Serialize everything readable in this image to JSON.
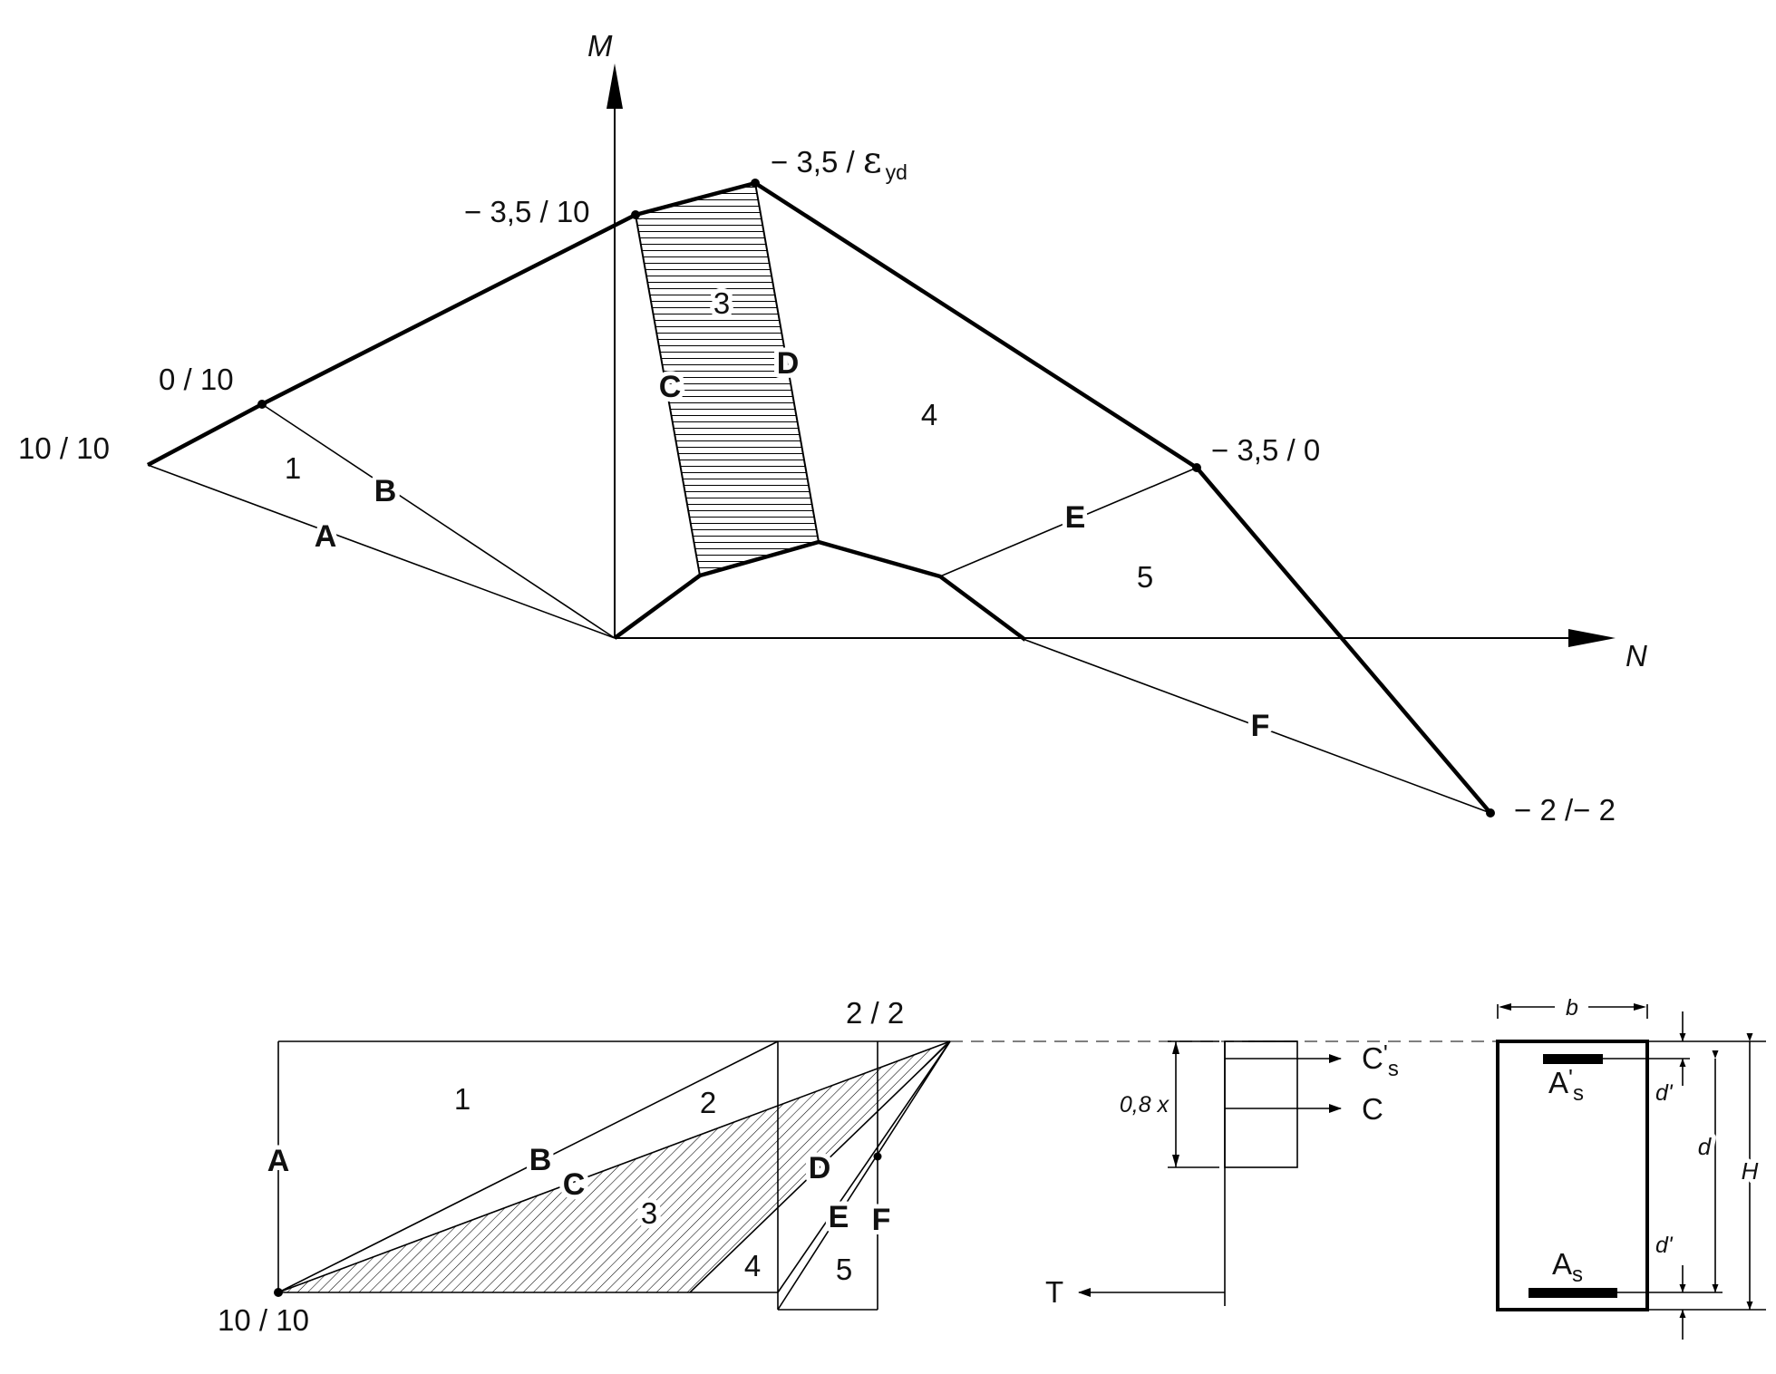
{
  "top": {
    "axis_m": "M",
    "axis_n": "N",
    "points": {
      "p10_10": "10 / 10",
      "p0_10": "0 / 10",
      "p35_10": "− 3,5 / 10",
      "p35_eyd_prefix": "− 3,5 / ",
      "p35_eyd_eps": "ε",
      "p35_eyd_sub": "yd",
      "p35_0": "− 3,5 / 0",
      "p2_2": "− 2 /− 2"
    },
    "lines": {
      "A": "A",
      "B": "B",
      "C": "C",
      "D": "D",
      "E": "E",
      "F": "F"
    },
    "regions": {
      "r1": "1",
      "r3": "3",
      "r4": "4",
      "r5": "5"
    }
  },
  "bottom": {
    "points": {
      "p2_2": "2 / 2",
      "p10_10": "10 / 10"
    },
    "lines": {
      "A": "A",
      "B": "B",
      "C": "C",
      "D": "D",
      "E": "E",
      "F": "F"
    },
    "regions": {
      "r1": "1",
      "r2": "2",
      "r3": "3",
      "r4": "4",
      "r5": "5"
    }
  },
  "forces": {
    "cs_main": "C",
    "cs_prime": "'",
    "cs_sub": "s",
    "c": "C",
    "t": "T",
    "depth": "0,8 x"
  },
  "section": {
    "b": "b",
    "as_top_main": "A",
    "as_top_prime": "'",
    "as_top_sub": "s",
    "as_bot_main": "A",
    "as_bot_sub": "s",
    "d_prime_top": "d'",
    "d_prime_bot": "d'",
    "d": "d",
    "h": "H"
  }
}
